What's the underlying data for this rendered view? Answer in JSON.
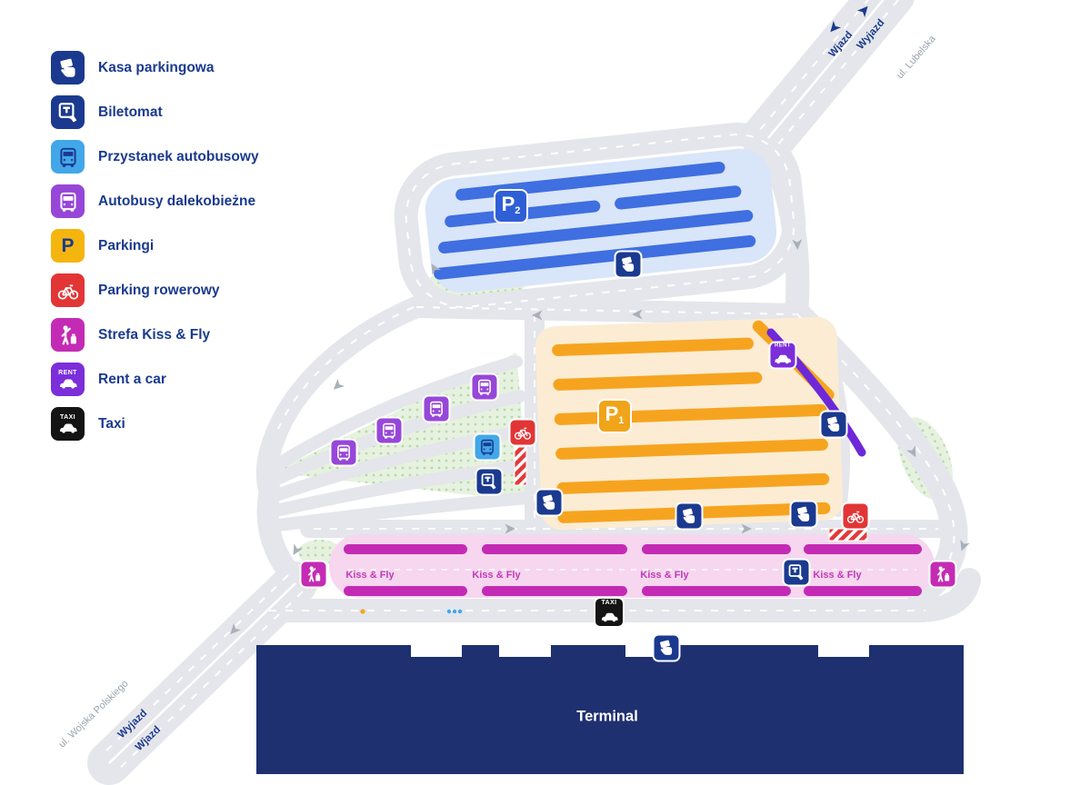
{
  "colors": {
    "navy": "#1b3a8f",
    "road": "#e4e6eb",
    "road-arrow": "#a9b0ba",
    "p2-bar": "#3f6fe0",
    "p2-bg": "#d9e5f8",
    "p2-badge": "#2f5fd6",
    "p1-bar": "#f6a41f",
    "p1-bg": "#fcecd3",
    "p1-badge": "#f0a41a",
    "yellow": "#f5b50f",
    "magenta": "#c42bb4",
    "pink": "#f6d7ef",
    "kissfly-text": "#c238b8",
    "bus-purple": "#9747d8",
    "rent-purple": "#7b2ed9",
    "rent-lane": "#6d28d9",
    "red": "#e23535",
    "light-blue": "#42a7e8",
    "terminal": "#1e3070",
    "street-text": "#9aa3ad",
    "taxi-black": "#141414"
  },
  "legend": {
    "items": [
      {
        "id": "kasa",
        "label": "Kasa parkingowa"
      },
      {
        "id": "biletomat",
        "label": "Biletomat"
      },
      {
        "id": "przystanek",
        "label": "Przystanek autobusowy"
      },
      {
        "id": "dalekobiezne",
        "label": "Autobusy dalekobieżne"
      },
      {
        "id": "parkingi",
        "label": "Parkingi"
      },
      {
        "id": "rowerowy",
        "label": "Parking rowerowy"
      },
      {
        "id": "kissfly",
        "label": "Strefa Kiss & Fly"
      },
      {
        "id": "rent",
        "label": "Rent a car"
      },
      {
        "id": "taxi",
        "label": "Taxi"
      }
    ]
  },
  "roads": {
    "top_entry": "Wjazd",
    "top_exit": "Wyjazd",
    "top_street": "ul. Lubelska",
    "bottom_exit": "Wyjazd",
    "bottom_entry": "Wjazd",
    "bottom_street": "ul. Wojska Polskiego"
  },
  "map": {
    "terminal_label": "Terminal",
    "p_letter": "P",
    "p1_sub": "1",
    "p2_sub": "2",
    "rent_label": "RENT",
    "taxi_label": "TAXI",
    "kissfly_labels": [
      "Kiss & Fly",
      "Kiss & Fly",
      "Kiss & Fly",
      "Kiss & Fly"
    ]
  }
}
